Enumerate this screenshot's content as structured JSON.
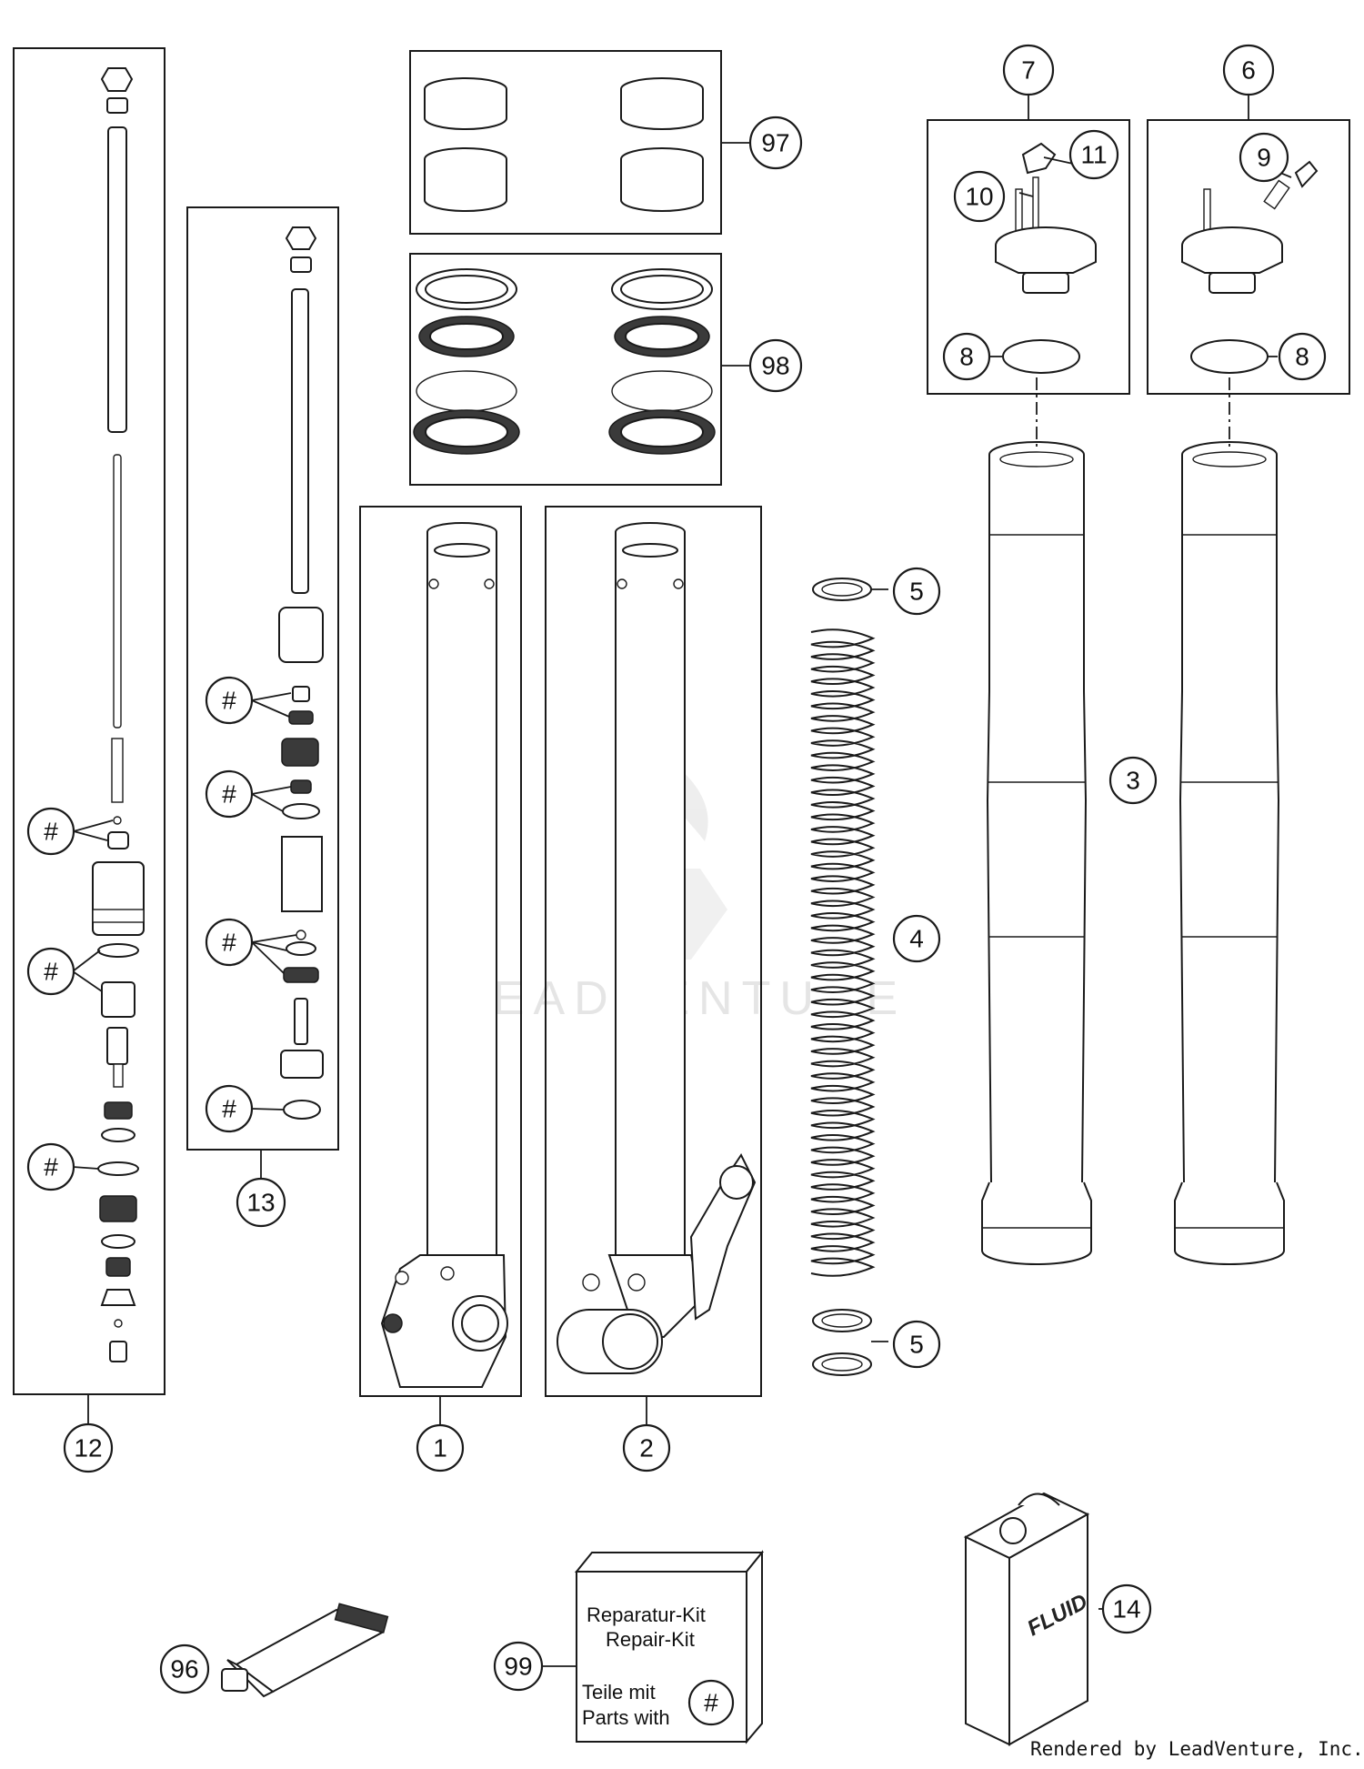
{
  "callouts": {
    "c1": "1",
    "c2": "2",
    "c3": "3",
    "c4": "4",
    "c5": "5",
    "c6": "6",
    "c7": "7",
    "c8": "8",
    "c9": "9",
    "c10": "10",
    "c11": "11",
    "c12": "12",
    "c13": "13",
    "c14": "14",
    "c96": "96",
    "c97": "97",
    "c98": "98",
    "c99": "99",
    "hash": "#"
  },
  "repair_kit": {
    "line1": "Reparatur-Kit",
    "line2": "Repair-Kit",
    "line3": "Teile mit",
    "line4": "Parts with",
    "symbol": "#"
  },
  "fluid_label": "FLUID",
  "watermark": "LEADVENTURE",
  "footer": "Rendered by LeadVenture, Inc."
}
